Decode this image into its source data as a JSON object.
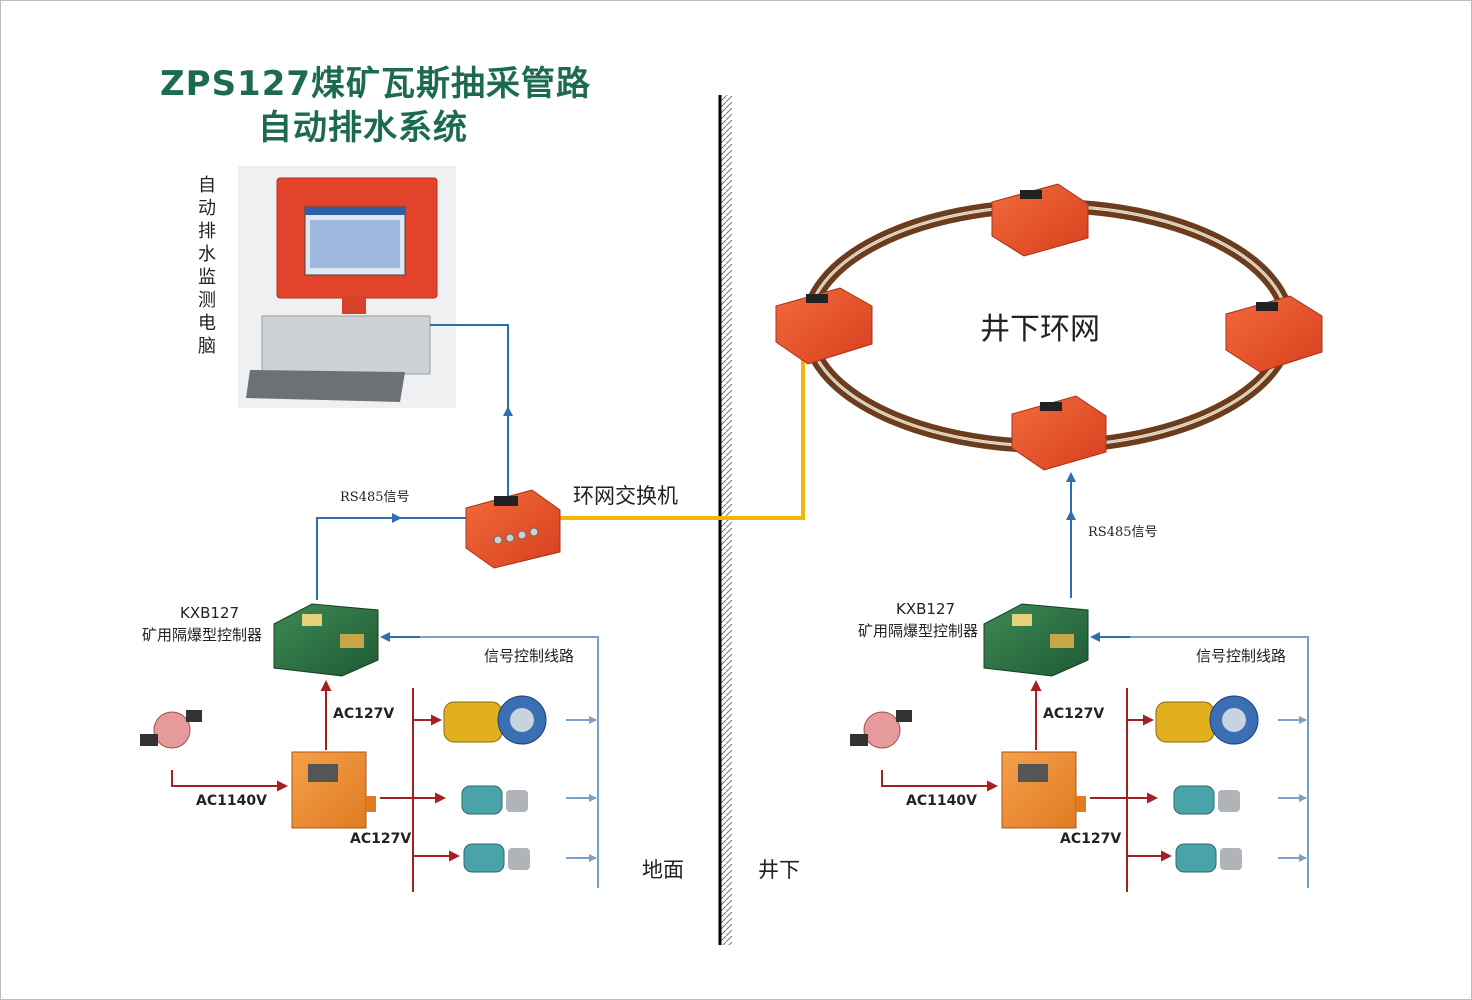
{
  "title": {
    "line1": "ZPS127煤矿瓦斯抽采管路",
    "line2": "自动排水系统"
  },
  "labels": {
    "computer": "自动排水监测电脑",
    "rs485_surface": "RS485信号",
    "ring_switch": "环网交换机",
    "controller_model_left": "KXB127",
    "controller_name_left": "矿用隔爆型控制器",
    "signal_line_left": "信号控制线路",
    "ac127_top_left": "AC127V",
    "ac1140_left": "AC1140V",
    "ac127_bottom_left": "AC127V",
    "surface": "地面",
    "underground": "井下",
    "ring_network": "井下环网",
    "rs485_underground": "RS485信号",
    "controller_model_right": "KXB127",
    "controller_name_right": "矿用隔爆型控制器",
    "signal_line_right": "信号控制线路",
    "ac127_top_right": "AC127V",
    "ac1140_right": "AC1140V",
    "ac127_bottom_right": "AC127V"
  },
  "colors": {
    "title": "#1c6b4e",
    "signal_line": "#2f6fb0",
    "power_line": "#a51f24",
    "ring_link": "#f2b705",
    "ring_cable": "#6b3d1e"
  }
}
